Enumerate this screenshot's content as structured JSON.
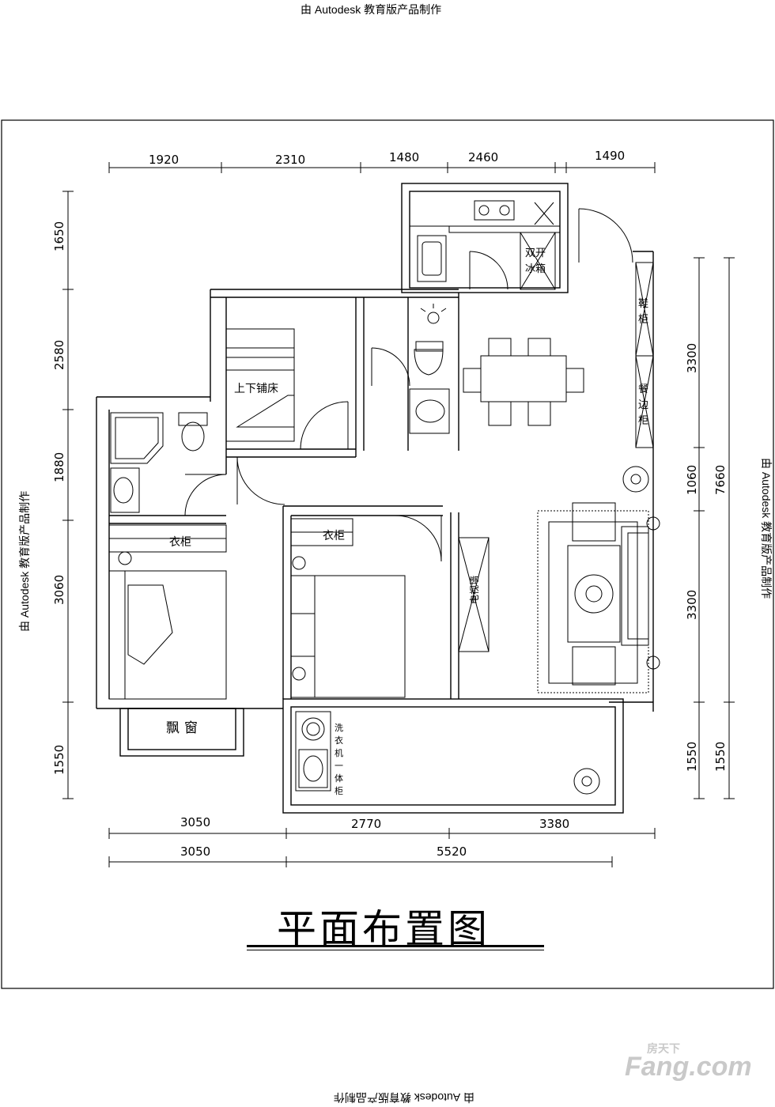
{
  "watermark": "由 Autodesk 教育版产品制作",
  "title": "平面布置图",
  "logo": {
    "main": "Fang.com",
    "sub": "房天下"
  },
  "dims": {
    "top": [
      "1920",
      "2310",
      "1480",
      "2460",
      "1490"
    ],
    "bottom_row1": [
      "3050",
      "2770",
      "3380"
    ],
    "bottom_row2": [
      "3050",
      "5520"
    ],
    "left": [
      "1650",
      "2580",
      "1880",
      "3060",
      "1550"
    ],
    "right_inner": [
      "3300",
      "1060",
      "3300",
      "1550"
    ],
    "right_outer": [
      "7660",
      "1550"
    ]
  },
  "labels": {
    "bunk_bed": "上下铺床",
    "wardrobe": "衣柜",
    "bay_window": "飘窗",
    "fridge_1": "双开",
    "fridge_2": "冰箱",
    "shoe_cabinet_1": "鞋",
    "shoe_cabinet_2": "柜",
    "sideboard_1": "餐",
    "sideboard_2": "边",
    "sideboard_3": "柜",
    "tv_wall": "电视墙",
    "washer_1": "洗",
    "washer_2": "衣",
    "washer_3": "机",
    "washer_4": "一",
    "washer_5": "体",
    "washer_6": "柜"
  }
}
